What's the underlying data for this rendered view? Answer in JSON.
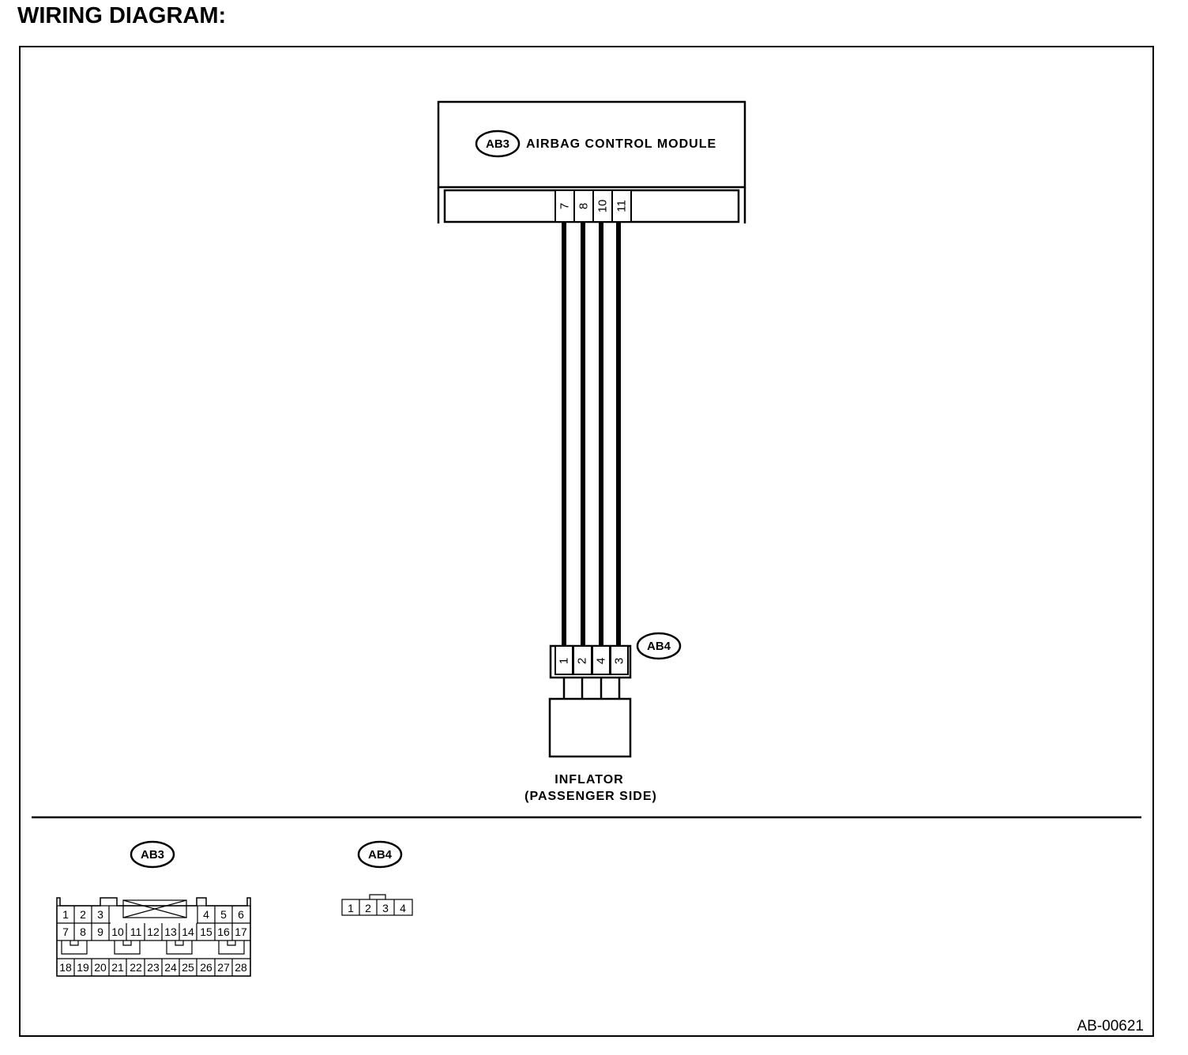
{
  "title": "WIRING DIAGRAM:",
  "module": {
    "connector_id": "AB3",
    "label": "AIRBAG CONTROL MODULE",
    "pins": [
      "7",
      "8",
      "10",
      "11"
    ]
  },
  "inflator": {
    "connector_id": "AB4",
    "pins": [
      "1",
      "2",
      "4",
      "3"
    ],
    "label_line1": "INFLATOR",
    "label_line2": "(PASSENGER SIDE)"
  },
  "connector_views": {
    "ab3": {
      "id": "AB3",
      "row1_left": [
        "1",
        "2",
        "3"
      ],
      "row1_right": [
        "4",
        "5",
        "6"
      ],
      "row2": [
        "7",
        "8",
        "9",
        "10",
        "11",
        "12",
        "13",
        "14",
        "15",
        "16",
        "17"
      ],
      "row3": [
        "18",
        "19",
        "20",
        "21",
        "22",
        "23",
        "24",
        "25",
        "26",
        "27",
        "28"
      ]
    },
    "ab4": {
      "id": "AB4",
      "pins": [
        "1",
        "2",
        "3",
        "4"
      ]
    }
  },
  "reference_code": "AB-00621"
}
